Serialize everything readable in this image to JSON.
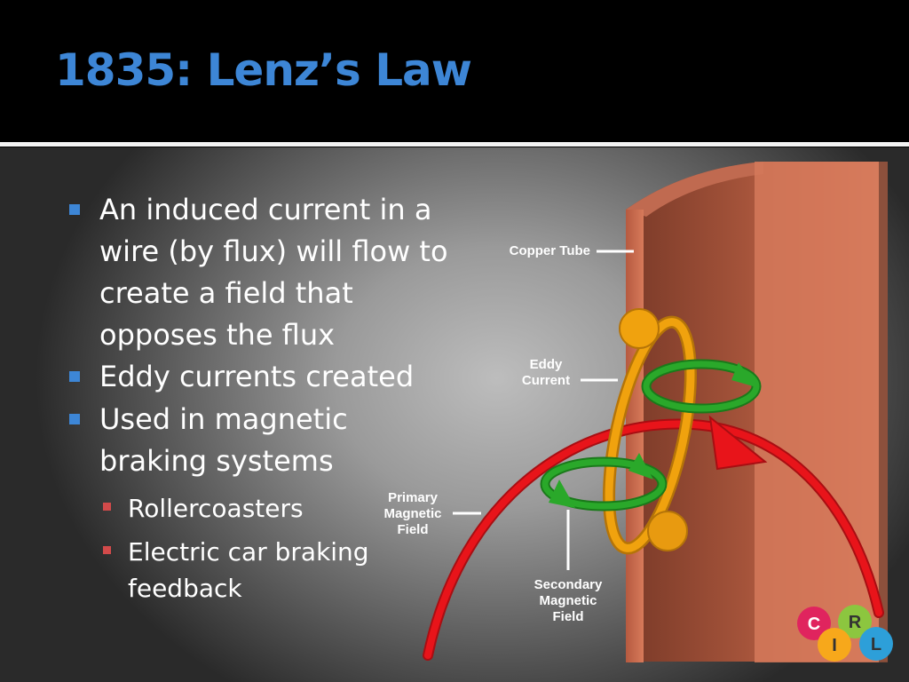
{
  "slide": {
    "title": "1835: Lenz’s Law"
  },
  "bullets": [
    {
      "level": 1,
      "text": "An induced current in a wire (by flux) will flow to create a field that opposes the flux"
    },
    {
      "level": 1,
      "text": "Eddy currents created"
    },
    {
      "level": 1,
      "text": "Used in magnetic braking systems"
    },
    {
      "level": 2,
      "text": "Rollercoasters"
    },
    {
      "level": 2,
      "text": "Electric car braking feedback"
    }
  ],
  "diagram": {
    "labels": {
      "copper_tube": "Copper Tube",
      "eddy_current": [
        "Eddy",
        "Current"
      ],
      "primary_field": [
        "Primary",
        "Magnetic",
        "Field"
      ],
      "secondary_field": [
        "Secondary",
        "Magnetic",
        "Field"
      ]
    },
    "colors": {
      "copper": "#c8694e",
      "primary_field": "#e8141a",
      "secondary_field": "#2aa82a",
      "eddy_current": "#f0a20e"
    }
  },
  "logo": {
    "letters": [
      "C",
      "R",
      "I",
      "L"
    ],
    "colors": [
      "#e0245e",
      "#8cc63f",
      "#f7a81b",
      "#2d9fd9"
    ]
  }
}
